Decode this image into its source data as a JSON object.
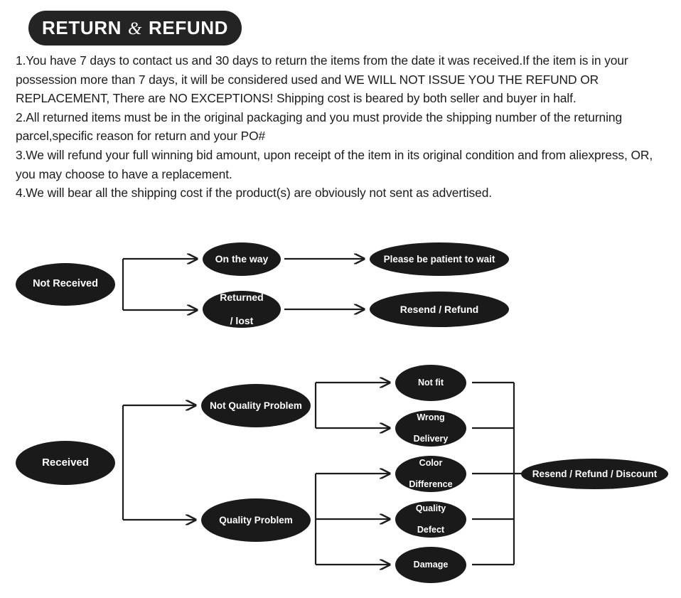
{
  "header": {
    "title_left": "RETURN",
    "amp": "&",
    "title_right": "REFUND"
  },
  "policy": {
    "paragraphs": [
      "1.You have 7 days to contact us and 30 days to return the items from the date it was received.If the item is in your possession more than 7 days, it will be considered used and WE WILL NOT ISSUE YOU THE REFUND OR REPLACEMENT, There are NO EXCEPTIONS! Shipping cost is beared by both seller and buyer in half.",
      "2.All returned items must be in the original packaging and you must provide the shipping number of the returning parcel,specific reason for return and your PO#",
      "3.We will refund your full winning bid amount, upon receipt of the item in its original condition and from aliexpress, OR, you may choose to have a replacement.",
      "4.We will bear all the shipping cost if the product(s) are obviously not sent as advertised."
    ]
  },
  "flow": {
    "colors": {
      "node_fill": "#1a1a1a",
      "node_text": "#ffffff",
      "connector": "#1c1c1c",
      "background": "#ffffff"
    },
    "section_not_received": {
      "root": "Not Received",
      "branches": [
        {
          "label": "On the way",
          "outcome": "Please be patient to wait"
        },
        {
          "label": "Returned\n/  lost",
          "line1": "Returned",
          "line2": "/  lost",
          "outcome": "Resend / Refund"
        }
      ]
    },
    "section_received": {
      "root": "Received",
      "branches": [
        {
          "label": "Not Quality Problem",
          "reasons": [
            {
              "line1": "Not fit",
              "line2": ""
            },
            {
              "line1": "Wrong",
              "line2": "Delivery"
            }
          ]
        },
        {
          "label": "Quality Problem",
          "reasons": [
            {
              "line1": "Color",
              "line2": "Difference"
            },
            {
              "line1": "Quality",
              "line2": "Defect"
            },
            {
              "line1": "Damage",
              "line2": ""
            }
          ]
        }
      ],
      "outcome": "Resend / Refund / Discount"
    }
  }
}
